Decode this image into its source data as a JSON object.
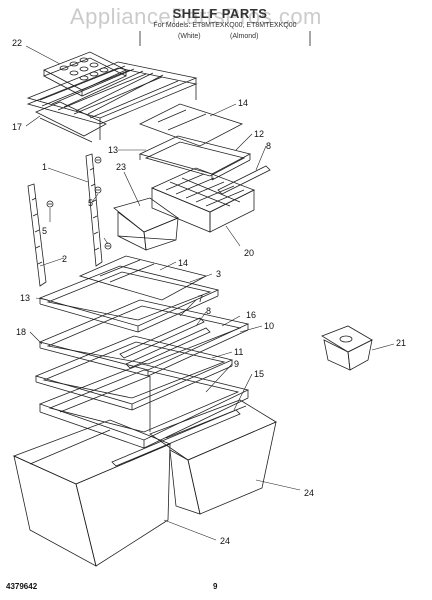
{
  "header": {
    "watermark": "AppliancePartsPros.com",
    "title": "SHELF PARTS",
    "model_line": "For Models: ET8MTEXKQ00, ET8MTEXKQ00",
    "color_white": "(White)",
    "color_almond": "(Almond)"
  },
  "footer": {
    "document_number": "4379642",
    "page_number": "9"
  },
  "callouts": [
    "22",
    "17",
    "14",
    "13",
    "12",
    "8",
    "23",
    "1",
    "5",
    "5",
    "20",
    "2",
    "14",
    "3",
    "13",
    "7",
    "8",
    "16",
    "10",
    "18",
    "11",
    "9",
    "15",
    "21",
    "24",
    "24"
  ]
}
